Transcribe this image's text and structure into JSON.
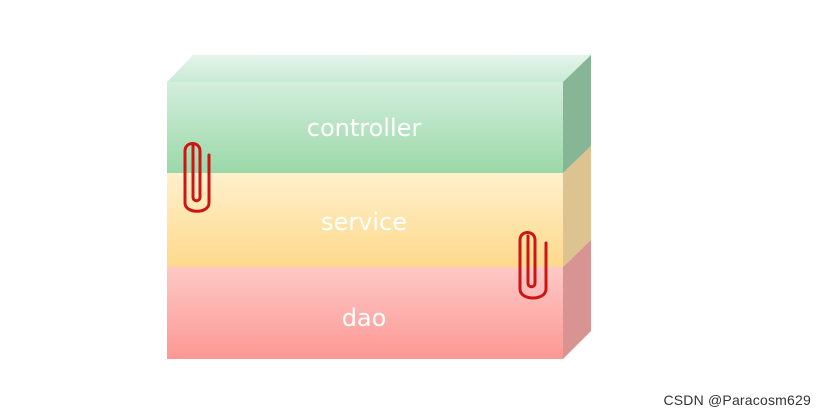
{
  "layers": {
    "top": {
      "label": "controller",
      "color": "#a4dcb0"
    },
    "middle": {
      "label": "service",
      "color": "#fee6a6"
    },
    "bottom": {
      "label": "dao",
      "color": "#fda3a1"
    }
  },
  "clips": [
    {
      "name": "paperclip-icon",
      "color": "#cc1515"
    },
    {
      "name": "paperclip-icon",
      "color": "#cc1515"
    }
  ],
  "watermark": "CSDN @Paracosm629"
}
